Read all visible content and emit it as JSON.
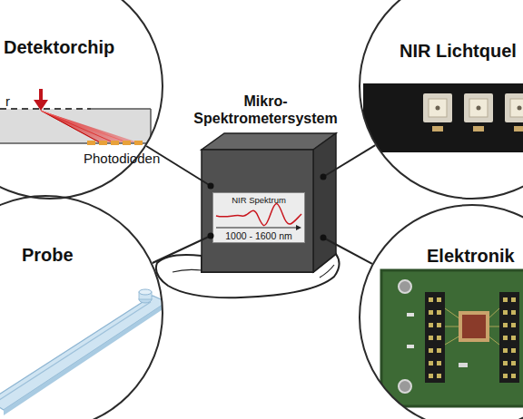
{
  "diagram": {
    "nodes": [
      {
        "text": [
          "Detektorchip"
        ]
      },
      {
        "text": [
          "NIR Lichtquel"
        ]
      },
      {
        "text": [
          "Mikro- Spektrometersystem"
        ]
      },
      {
        "text": [
          "NIR Spektrum",
          "1000 - 1600 nm"
        ],
        "in": 2
      },
      {
        "text": [
          "Probe"
        ]
      },
      {
        "text": [
          "Elektronik"
        ]
      }
    ],
    "edges": [
      {
        "from": 2,
        "to": 0,
        "arrow": "none"
      },
      {
        "from": 2,
        "to": 1,
        "arrow": "none"
      },
      {
        "from": 2,
        "to": 4,
        "arrow": "none"
      },
      {
        "from": 2,
        "to": 5,
        "arrow": "none"
      }
    ],
    "labels": [
      "r",
      "Photodioden"
    ]
  }
}
